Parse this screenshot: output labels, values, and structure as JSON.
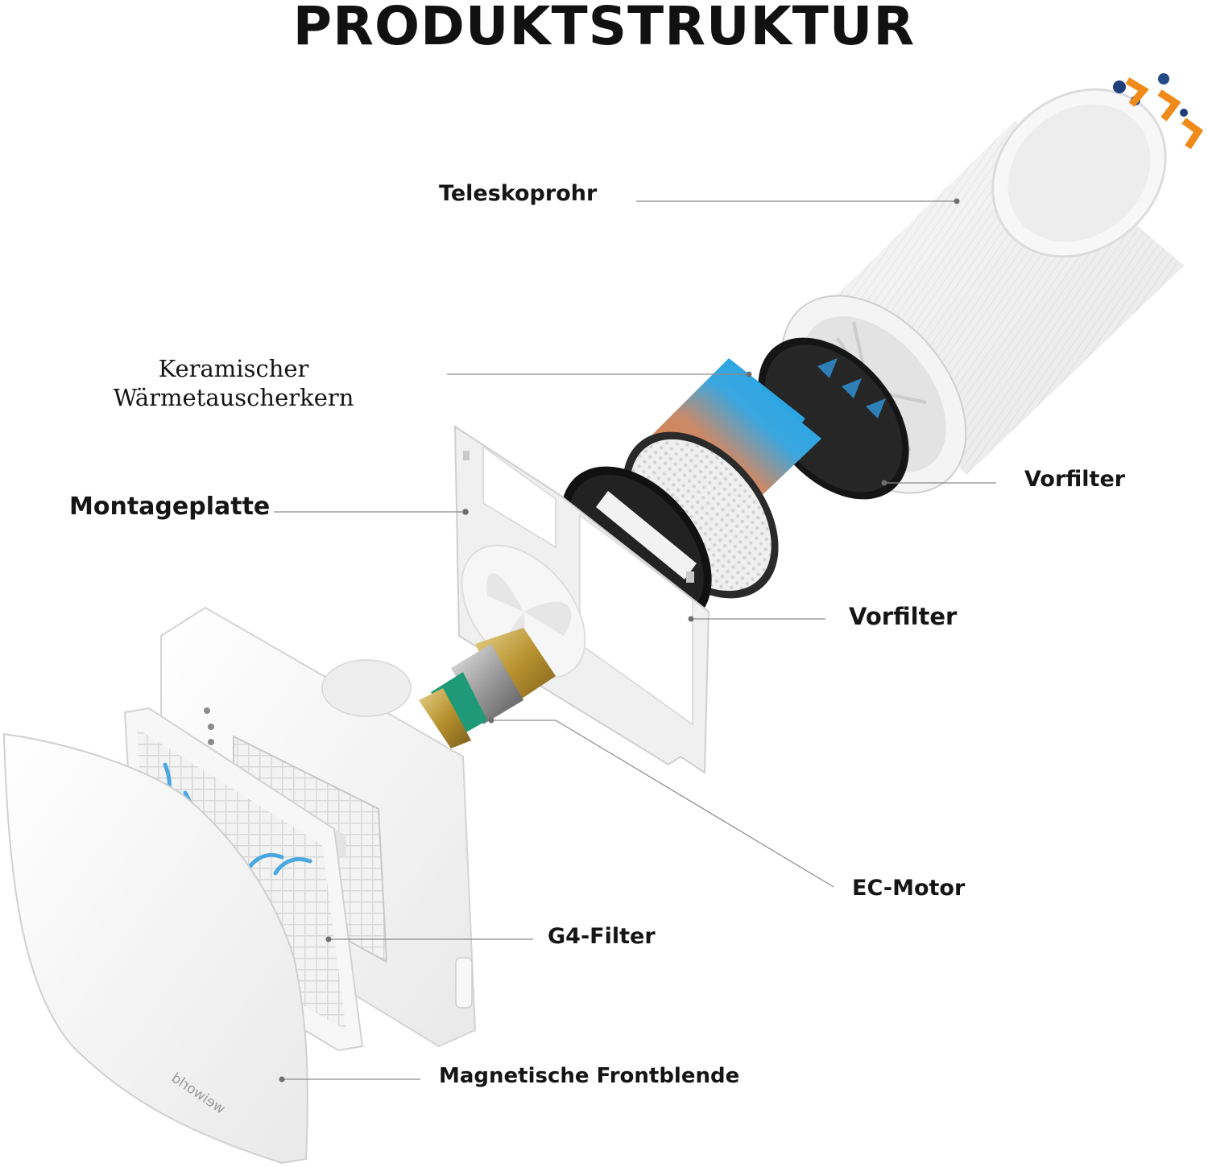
{
  "title": "PRODUKTSTRUKTUR",
  "brand": "weiworld",
  "labels": {
    "teleskoprohr": "Teleskoprohr",
    "waermetauscher_line1": "Keramischer",
    "waermetauscher_line2": "Wärmetauscherkern",
    "montageplatte": "Montageplatte",
    "vorfilter_outer": "Vorfilter",
    "vorfilter_inner": "Vorfilter",
    "ec_motor": "EC-Motor",
    "g4_filter": "G4-Filter",
    "frontblende": "Magnetische Frontblende"
  },
  "colors": {
    "accent_orange": "#f07a1a",
    "accent_blue": "#1aa3e8",
    "arrow_blue": "#4aa8e0",
    "brass": "#c7a040",
    "green": "#1f9a78"
  }
}
